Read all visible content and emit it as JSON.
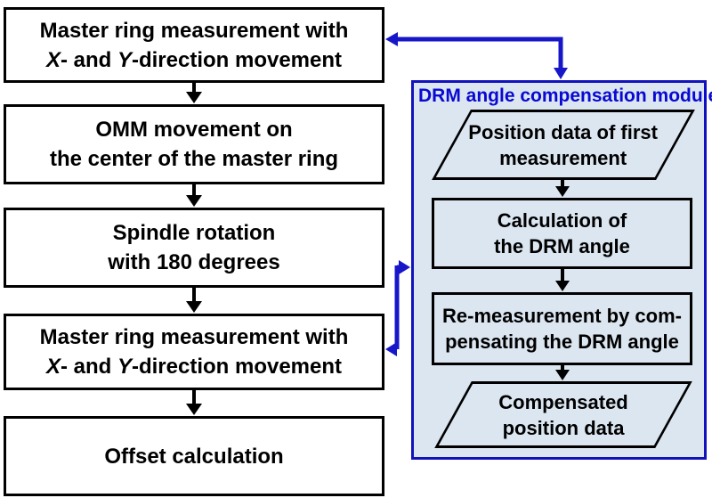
{
  "flow_boxes": [
    {
      "line1": "Master ring measurement with",
      "x_italic": "X",
      "mid": "- and ",
      "y_italic": "Y",
      "rest": "-direction movement"
    },
    {
      "line1": "OMM movement on",
      "line2": "the center of the master ring"
    },
    {
      "line1": "Spindle rotation",
      "line2": "with 180 degrees"
    },
    {
      "line1": "Master ring measurement with",
      "x_italic": "X",
      "mid": "- and ",
      "y_italic": "Y",
      "rest": "-direction movement"
    },
    {
      "line1": "Offset calculation"
    }
  ],
  "module": {
    "title": "DRM angle compensation module",
    "steps": [
      {
        "shape": "parallelogram",
        "line1": "Position data of first",
        "line2": "measurement"
      },
      {
        "shape": "rectangle",
        "line1": "Calculation of",
        "line2": "the DRM angle"
      },
      {
        "shape": "rectangle",
        "line1": "Re-measurement by com-",
        "line2": "pensating the DRM angle"
      },
      {
        "shape": "parallelogram",
        "line1": "Compensated",
        "line2": "position data"
      }
    ]
  },
  "colors": {
    "accent_blue": "#1717c9",
    "module_border_blue": "#1212bd",
    "module_title_blue": "#0909d2",
    "module_background": "#dce6f1",
    "box_border": "#000000",
    "box_background": "#ffffff"
  }
}
